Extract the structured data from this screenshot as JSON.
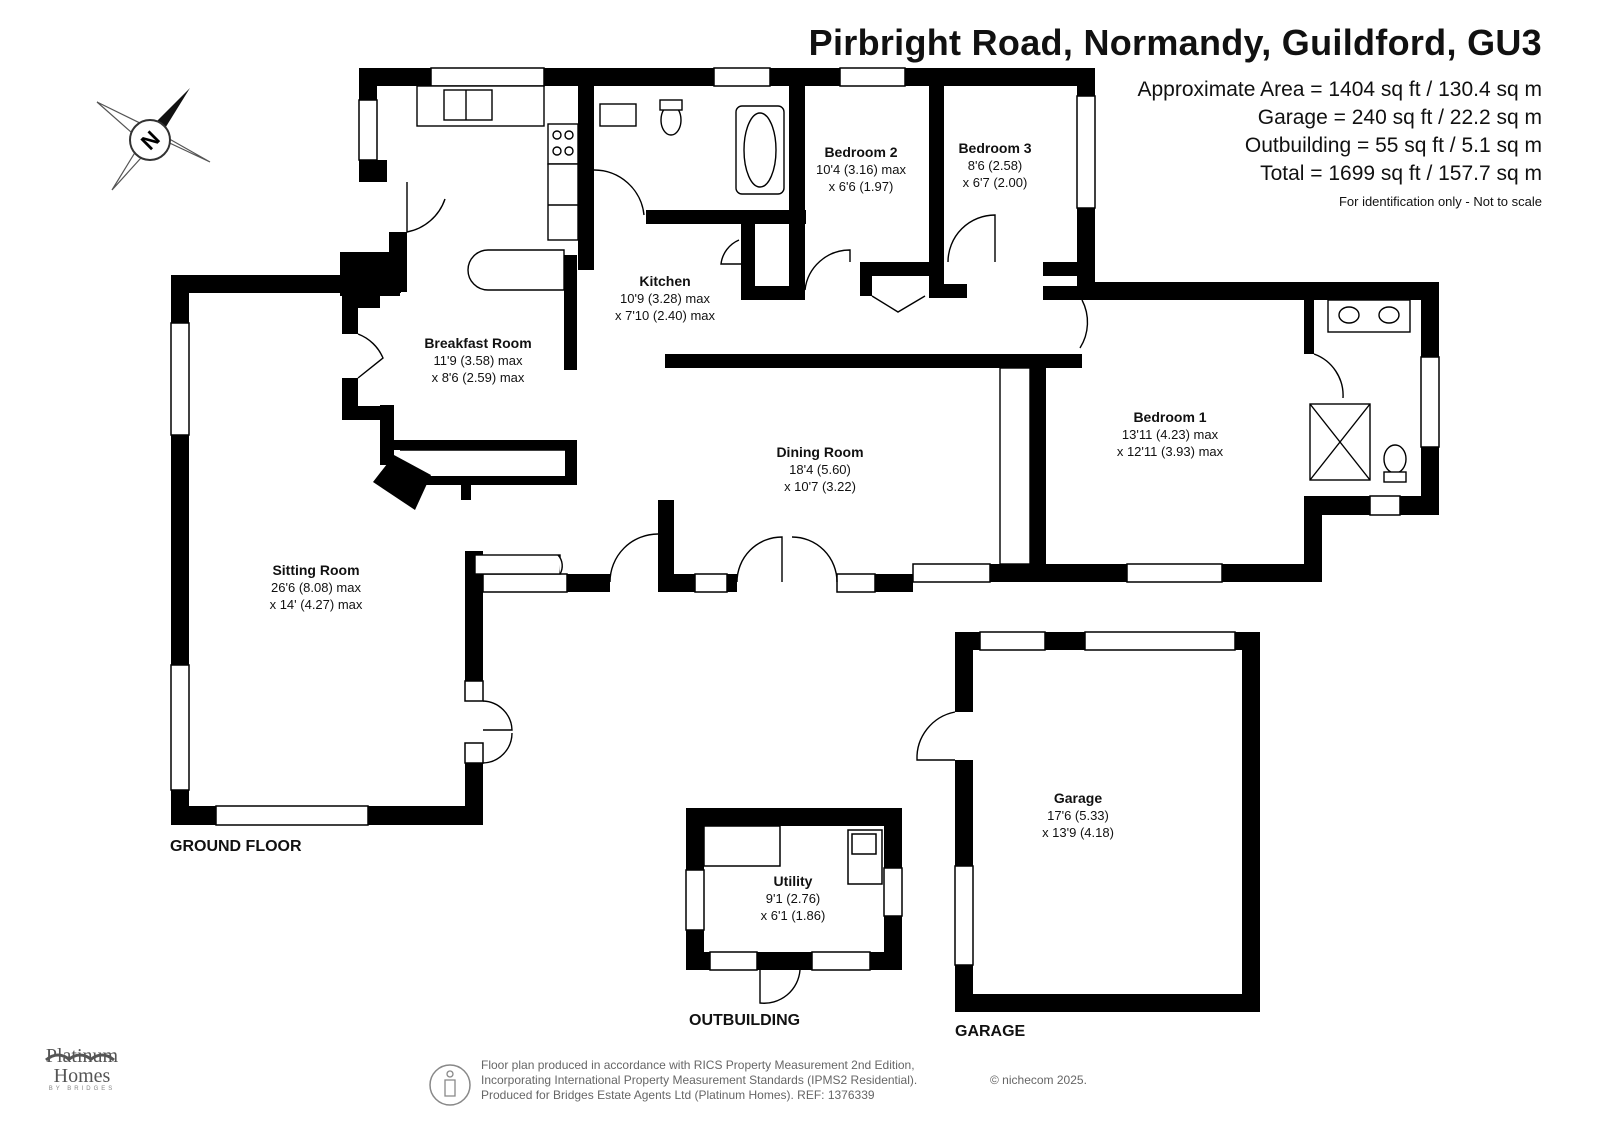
{
  "header": {
    "title": "Pirbright Road, Normandy, Guildford, GU3",
    "areas": [
      "Approximate Area = 1404 sq ft / 130.4 sq m",
      "Garage = 240 sq ft / 22.2 sq m",
      "Outbuilding = 55 sq ft / 5.1 sq m",
      "Total = 1699 sq ft / 157.7 sq m"
    ],
    "note": "For identification only - Not to scale"
  },
  "compass": {
    "label": "N"
  },
  "rooms": [
    {
      "name": "Kitchen",
      "dims": [
        "10'9 (3.28) max",
        "x 7'10 (2.40) max"
      ]
    },
    {
      "name": "Bedroom 2",
      "dims": [
        "10'4 (3.16) max",
        "x 6'6 (1.97)"
      ]
    },
    {
      "name": "Bedroom 3",
      "dims": [
        "8'6 (2.58)",
        "x 6'7 (2.00)"
      ]
    },
    {
      "name": "Breakfast Room",
      "dims": [
        "11'9 (3.58) max",
        "x 8'6 (2.59) max"
      ]
    },
    {
      "name": "Dining Room",
      "dims": [
        "18'4 (5.60)",
        "x 10'7 (3.22)"
      ]
    },
    {
      "name": "Bedroom 1",
      "dims": [
        "13'11 (4.23) max",
        "x 12'11 (3.93) max"
      ]
    },
    {
      "name": "Sitting Room",
      "dims": [
        "26'6 (8.08) max",
        "x 14' (4.27) max"
      ]
    },
    {
      "name": "Garage",
      "dims": [
        "17'6 (5.33)",
        "x 13'9 (4.18)"
      ]
    },
    {
      "name": "Utility",
      "dims": [
        "9'1 (2.76)",
        "x 6'1 (1.86)"
      ]
    }
  ],
  "floor_labels": {
    "ground": "GROUND FLOOR",
    "outbuilding": "OUTBUILDING",
    "garage": "GARAGE"
  },
  "footer": {
    "lines": [
      "Floor plan produced in accordance with RICS Property Measurement 2nd Edition,",
      "Incorporating International Property Measurement Standards (IPMS2 Residential).",
      "Produced for Bridges Estate Agents Ltd (Platinum Homes).   REF: 1376339"
    ],
    "copyright": "© nichecom 2025."
  },
  "logo": {
    "name": "Platinum Homes",
    "sub": "BY BRIDGES"
  },
  "colors": {
    "wall": "#000000",
    "background": "#ffffff",
    "footer_text": "#666666"
  }
}
